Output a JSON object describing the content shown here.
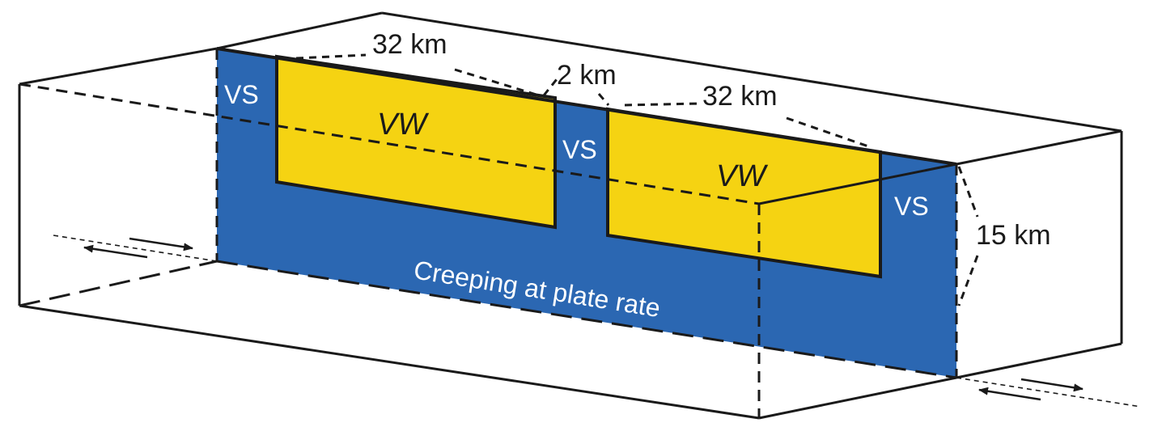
{
  "colors": {
    "velocity_strengthening": "#2b67b2",
    "velocity_weakening": "#f5d312",
    "outline": "#1a1a1a",
    "background": "#ffffff"
  },
  "labels": {
    "vs_left": "VS",
    "vs_middle": "VS",
    "vs_right": "VS",
    "vw_left": "VW",
    "vw_right": "VW",
    "creeping": "Creeping at plate rate",
    "dim_left_length": "32 km",
    "dim_gap": "2 km",
    "dim_right_length": "32 km",
    "dim_depth": "15 km"
  },
  "icons": {
    "slip_arrows_left": "opposing-arrows-icon",
    "slip_arrows_right": "opposing-arrows-icon"
  }
}
